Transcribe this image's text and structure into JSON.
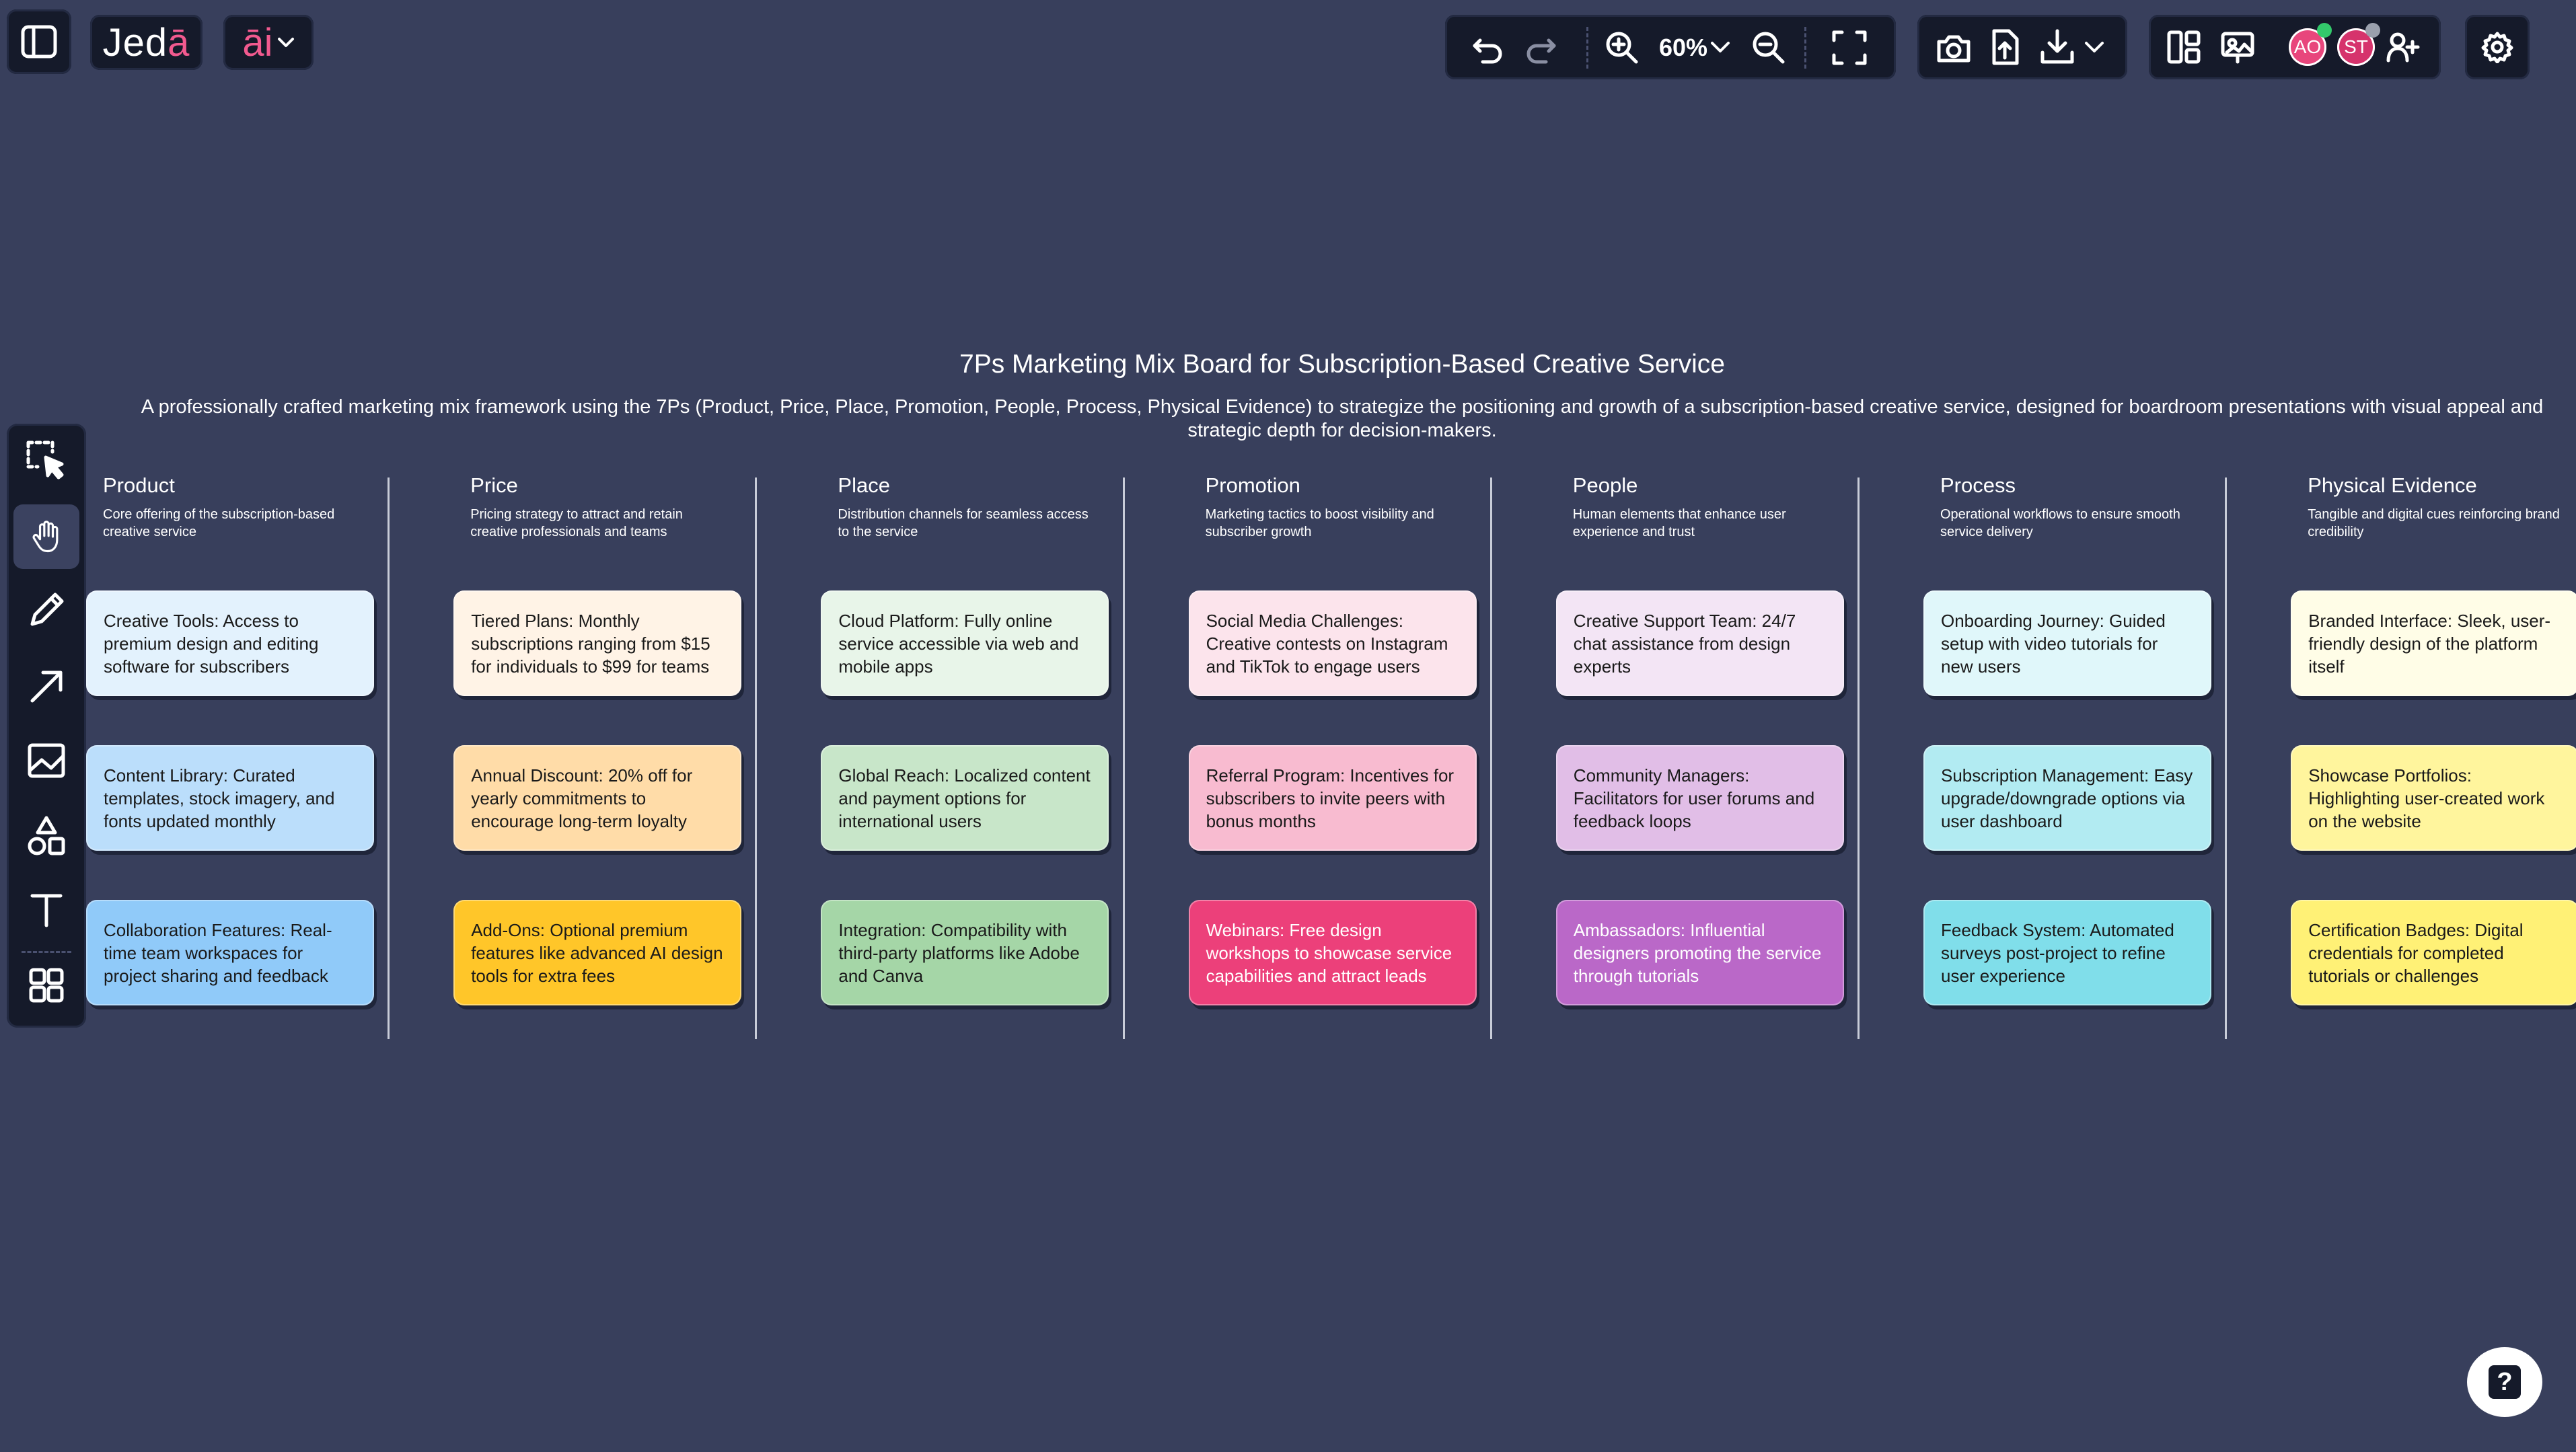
{
  "app": {
    "logo_text": "Jed",
    "logo_accent": "ā",
    "ai_label": "āi"
  },
  "toolbar": {
    "zoom_label": "60%"
  },
  "users": [
    {
      "initials": "AO",
      "color": "#e8467c",
      "status": "#33c96b"
    },
    {
      "initials": "ST",
      "color": "#d6336c",
      "status": "#9aa0ad"
    }
  ],
  "board": {
    "title": "7Ps Marketing Mix Board for Subscription-Based Creative Service",
    "subtitle": "A professionally crafted marketing mix framework using the 7Ps (Product, Price, Place, Promotion, People, Process, Physical Evidence) to strategize the positioning and growth of a subscription-based creative service, designed for boardroom presentations with visual appeal and strategic depth for decision-makers."
  },
  "columns": [
    {
      "title": "Product",
      "desc": "Core offering of the subscription-based creative service",
      "cards": [
        {
          "text": "Creative Tools: Access to premium design and editing software for subscribers",
          "color": "#e3f2fd"
        },
        {
          "text": "Content Library: Curated templates, stock imagery, and fonts updated monthly",
          "color": "#bbdefb"
        },
        {
          "text": "Collaboration Features: Real-time team workspaces for project sharing and feedback",
          "color": "#90caf9"
        }
      ]
    },
    {
      "title": "Price",
      "desc": "Pricing strategy to attract and retain creative professionals and teams",
      "cards": [
        {
          "text": "Tiered Plans: Monthly subscriptions ranging from $15 for individuals to $99 for teams",
          "color": "#fff3e6"
        },
        {
          "text": "Annual Discount: 20% off for yearly commitments to encourage long-term loyalty",
          "color": "#ffdca8"
        },
        {
          "text": "Add-Ons: Optional premium features like advanced AI design tools for extra fees",
          "color": "#ffc629"
        }
      ]
    },
    {
      "title": "Place",
      "desc": "Distribution channels for seamless access to the service",
      "cards": [
        {
          "text": "Cloud Platform: Fully online service accessible via web and mobile apps",
          "color": "#e8f5e9"
        },
        {
          "text": "Global Reach: Localized content and payment options for international users",
          "color": "#c8e6c9"
        },
        {
          "text": "Integration: Compatibility with third-party platforms like Adobe and Canva",
          "color": "#a5d6a7"
        }
      ]
    },
    {
      "title": "Promotion",
      "desc": "Marketing tactics to boost visibility and subscriber growth",
      "cards": [
        {
          "text": "Social Media Challenges: Creative contests on Instagram and TikTok to engage users",
          "color": "#fce4ec"
        },
        {
          "text": "Referral Program: Incentives for subscribers to invite peers with bonus months",
          "color": "#f8bbd0"
        },
        {
          "text": "Webinars: Free design workshops to showcase service capabilities and attract leads",
          "color": "#ec407a"
        }
      ]
    },
    {
      "title": "People",
      "desc": "Human elements that enhance user experience and trust",
      "cards": [
        {
          "text": "Creative Support Team: 24/7 chat assistance from design experts",
          "color": "#f3e5f5"
        },
        {
          "text": "Community Managers: Facilitators for user forums and feedback loops",
          "color": "#e1bee7"
        },
        {
          "text": "Ambassadors: Influential designers promoting the service through tutorials",
          "color": "#ba68c8"
        }
      ]
    },
    {
      "title": "Process",
      "desc": "Operational workflows to ensure smooth service delivery",
      "cards": [
        {
          "text": "Onboarding Journey: Guided setup with video tutorials for new users",
          "color": "#e0f7fa"
        },
        {
          "text": "Subscription Management: Easy upgrade/downgrade options via user dashboard",
          "color": "#b2ebf2"
        },
        {
          "text": "Feedback System: Automated surveys post-project to refine user experience",
          "color": "#80deea"
        }
      ]
    },
    {
      "title": "Physical Evidence",
      "desc": "Tangible and digital cues reinforcing brand credibility",
      "cards": [
        {
          "text": "Branded Interface: Sleek, user-friendly design of the platform itself",
          "color": "#fffde7"
        },
        {
          "text": "Showcase Portfolios: Highlighting user-created work on the website",
          "color": "#fff59d"
        },
        {
          "text": "Certification Badges: Digital credentials for completed tutorials or challenges",
          "color": "#fff176"
        }
      ]
    }
  ],
  "help": {
    "label": "?"
  }
}
